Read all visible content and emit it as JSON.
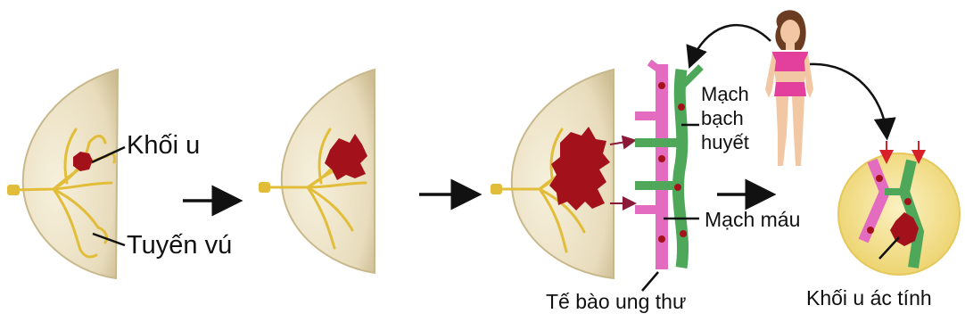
{
  "labels": {
    "tumor": "Khối u",
    "mammary_gland": "Tuyến vú",
    "lymph_vessel": [
      "Mạch",
      "bạch",
      "huyết"
    ],
    "blood_vessel": "Mạch máu",
    "cancer_cell": "Tế bào ung thư",
    "malignant_tumor": "Khối u ác tính"
  },
  "colors": {
    "breast_fill": "#ece3c9",
    "breast_edge": "#c8b98d",
    "gland": "#e2bd3a",
    "tumor": "#a3121b",
    "blood_vessel": "#e46cc0",
    "lymph_vessel": "#4fa85a",
    "skin": "#f2c7a3",
    "clothing": "#e2409c",
    "hair": "#6b3b22",
    "arrow": "#111111",
    "red_arrow": "#d8202a",
    "inset_bg": "#f6e69c"
  }
}
